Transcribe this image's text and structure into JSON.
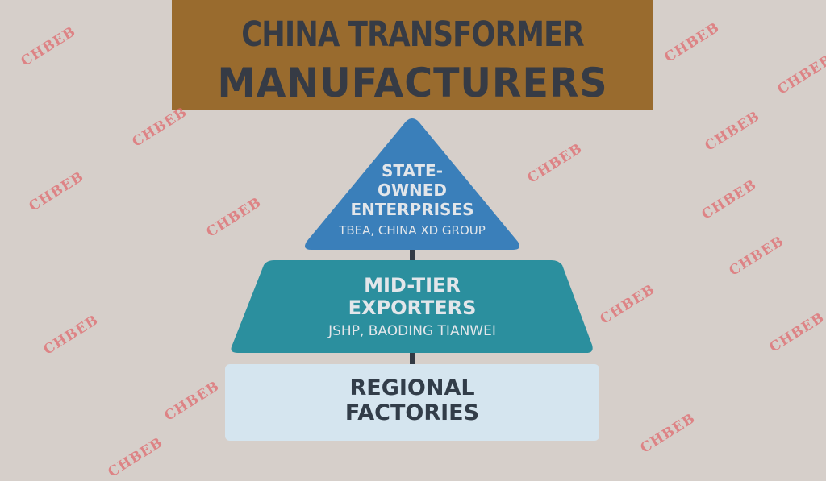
{
  "title": {
    "line1": "CHINA TRANSFORMER",
    "line2": "MANUFACTURERS"
  },
  "tiers": [
    {
      "heading_lines": [
        "STATE-",
        "OWNED",
        "ENTERPRISES"
      ],
      "examples": "TBEA, CHINA XD GROUP",
      "color": "#3a7fba"
    },
    {
      "heading_lines": [
        "MID-TIER",
        "EXPORTERS"
      ],
      "examples": "JSHP, BAODING TIANWEI",
      "color": "#2b8f9e"
    },
    {
      "heading_lines": [
        "REGIONAL",
        "FACTORIES"
      ],
      "color": "#d5e5ef"
    }
  ],
  "watermark": "CHBEB",
  "colors": {
    "background": "#d6cfca",
    "title_bar": "#996b2e",
    "connector": "#333a44"
  }
}
